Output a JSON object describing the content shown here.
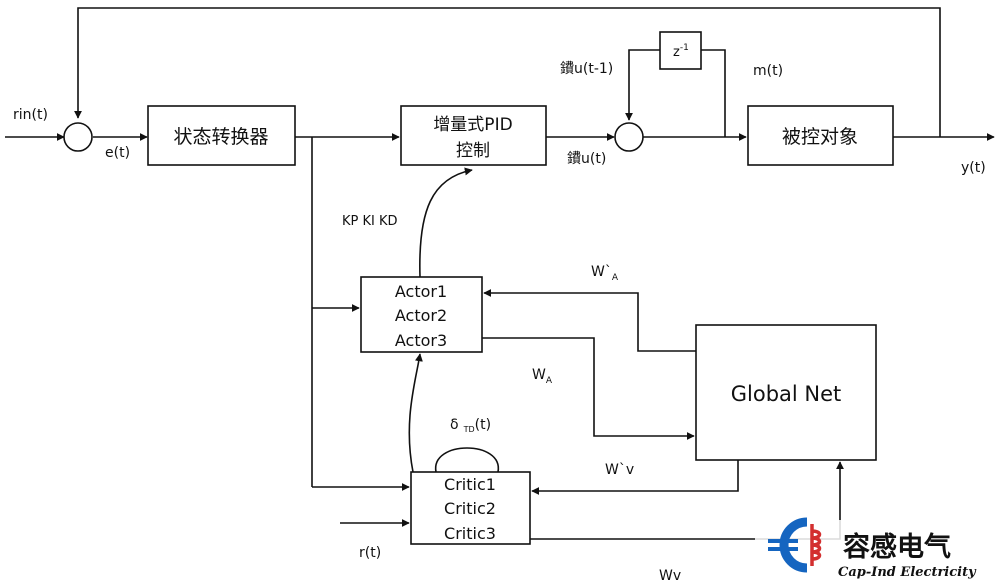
{
  "diagram": {
    "blocks": {
      "state_converter": "状态转换器",
      "pid_line1": "增量式PID",
      "pid_line2": "控制",
      "plant": "被控对象",
      "delay_base": "z",
      "delay_exp": "-1",
      "actor_line1": "Actor1",
      "actor_line2": "Actor2",
      "actor_line3": "Actor3",
      "critic_line1": "Critic1",
      "critic_line2": "Critic2",
      "critic_line3": "Critic3",
      "global_net": "Global Net"
    },
    "signals": {
      "rin": "rin(t)",
      "e": "e(t)",
      "y": "y(t)",
      "m": "m(t)",
      "du_prev": "鐨u(t-1)",
      "du": "鐨u(t)",
      "gains": "KP KI KD",
      "w_a_prime_base": "W`",
      "w_a_prime_sub": "A",
      "w_a_base": "W",
      "w_a_sub": "A",
      "td_base": "δ",
      "td_sub": "TD",
      "td_tail": "(t)",
      "w_v_prime": "W`v",
      "r": "r(t)",
      "w_v": "Wv"
    },
    "logo": {
      "cn": "容感电气",
      "en": "Cap-Ind Electricity",
      "colors": {
        "blue": "#1565c0",
        "red": "#d32f2f"
      }
    }
  }
}
